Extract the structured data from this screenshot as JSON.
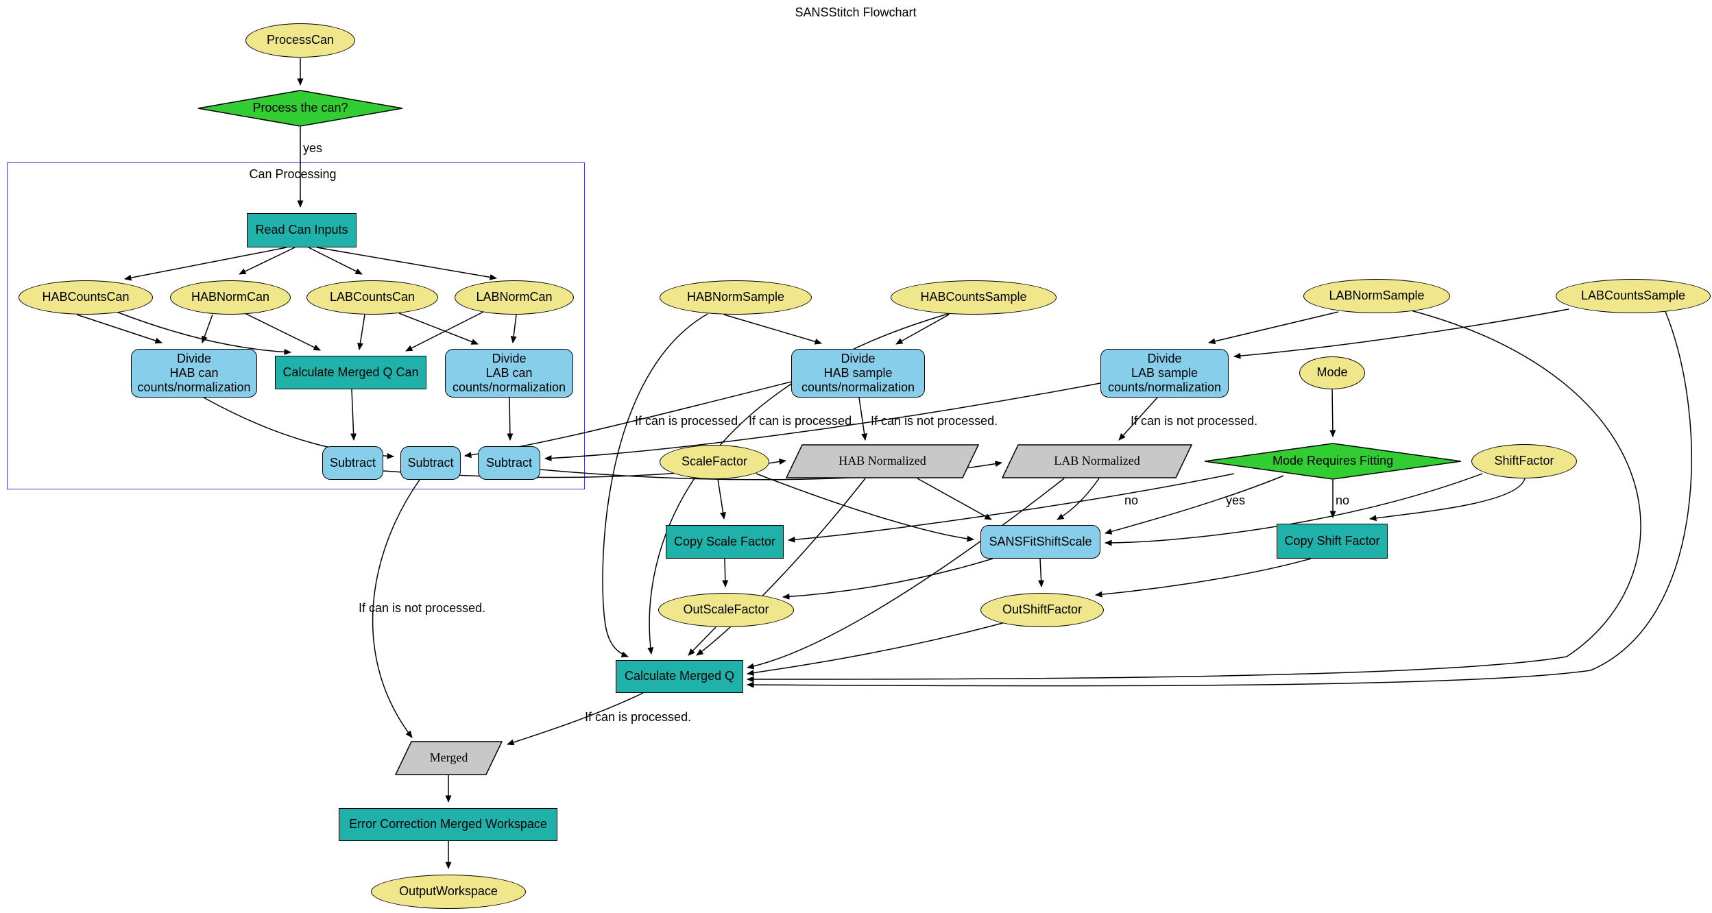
{
  "title": "SANSStitch Flowchart",
  "cluster": {
    "label": "Can Processing"
  },
  "nodes": {
    "process_can": {
      "label": "ProcessCan"
    },
    "process_the_can": {
      "label": "Process the can?"
    },
    "read_can_inputs": {
      "label": "Read Can Inputs"
    },
    "hab_counts_can": {
      "label": "HABCountsCan"
    },
    "hab_norm_can": {
      "label": "HABNormCan"
    },
    "lab_counts_can": {
      "label": "LABCountsCan"
    },
    "lab_norm_can": {
      "label": "LABNormCan"
    },
    "divide_hab_can": {
      "label": "Divide\nHAB can\ncounts/normalization"
    },
    "calc_merged_q_can": {
      "label": "Calculate Merged Q Can"
    },
    "divide_lab_can": {
      "label": "Divide\nLAB can\ncounts/normalization"
    },
    "subtract_1": {
      "label": "Subtract"
    },
    "subtract_2": {
      "label": "Subtract"
    },
    "subtract_3": {
      "label": "Subtract"
    },
    "hab_norm_sample": {
      "label": "HABNormSample"
    },
    "hab_counts_sample": {
      "label": "HABCountsSample"
    },
    "lab_norm_sample": {
      "label": "LABNormSample"
    },
    "lab_counts_sample": {
      "label": "LABCountsSample"
    },
    "divide_hab_sample": {
      "label": "Divide\nHAB sample\ncounts/normalization"
    },
    "divide_lab_sample": {
      "label": "Divide\nLAB sample\ncounts/normalization"
    },
    "mode": {
      "label": "Mode"
    },
    "scale_factor": {
      "label": "ScaleFactor"
    },
    "hab_normalized": {
      "label": "HAB Normalized"
    },
    "lab_normalized": {
      "label": "LAB Normalized"
    },
    "mode_requires_fitting": {
      "label": "Mode Requires Fitting"
    },
    "shift_factor": {
      "label": "ShiftFactor"
    },
    "copy_scale_factor": {
      "label": "Copy Scale Factor"
    },
    "sans_fit_shift_scale": {
      "label": "SANSFitShiftScale"
    },
    "copy_shift_factor": {
      "label": "Copy Shift Factor"
    },
    "out_scale_factor": {
      "label": "OutScaleFactor"
    },
    "out_shift_factor": {
      "label": "OutShiftFactor"
    },
    "calculate_merged_q": {
      "label": "Calculate Merged Q"
    },
    "merged": {
      "label": "Merged"
    },
    "error_correction": {
      "label": "Error Correction Merged Workspace"
    },
    "output_workspace": {
      "label": "OutputWorkspace"
    }
  },
  "edge_labels": {
    "yes_process": "yes",
    "if_processed_1": "If can is processed.",
    "if_processed_2": "If can is processed.",
    "if_not_processed_1": "If can is not processed.",
    "if_not_processed_2": "If can is not processed.",
    "no_left": "no",
    "yes_fit": "yes",
    "no_right": "no",
    "if_not_processed_3": "If can is not processed.",
    "if_processed_3": "If can is processed."
  },
  "colors": {
    "io_node": "#F0E68C",
    "process_node": "#20B2AA",
    "operation_node": "#87CEEB",
    "decision_node": "#32CD32",
    "data_store": "#C8C8C8",
    "cluster_border": "#3A3AF0",
    "edge": "#000000"
  }
}
